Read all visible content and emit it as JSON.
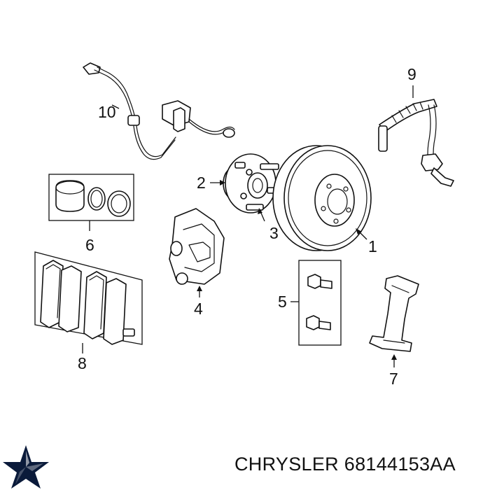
{
  "brand": "CHRYSLER",
  "part_number": "68144153AA",
  "logo": "chrysler-pentastar-logo",
  "callouts": {
    "c1": "1",
    "c2": "2",
    "c3": "3",
    "c4": "4",
    "c5": "5",
    "c6": "6",
    "c7": "7",
    "c8": "8",
    "c9": "9",
    "c10": "10"
  },
  "components": [
    "brake-rotor",
    "wheel-hub",
    "wheel-stud",
    "brake-caliper",
    "caliper-bolts",
    "caliper-seal-kit",
    "caliper-bracket",
    "brake-pad-set",
    "brake-hose",
    "abs-sensor"
  ]
}
